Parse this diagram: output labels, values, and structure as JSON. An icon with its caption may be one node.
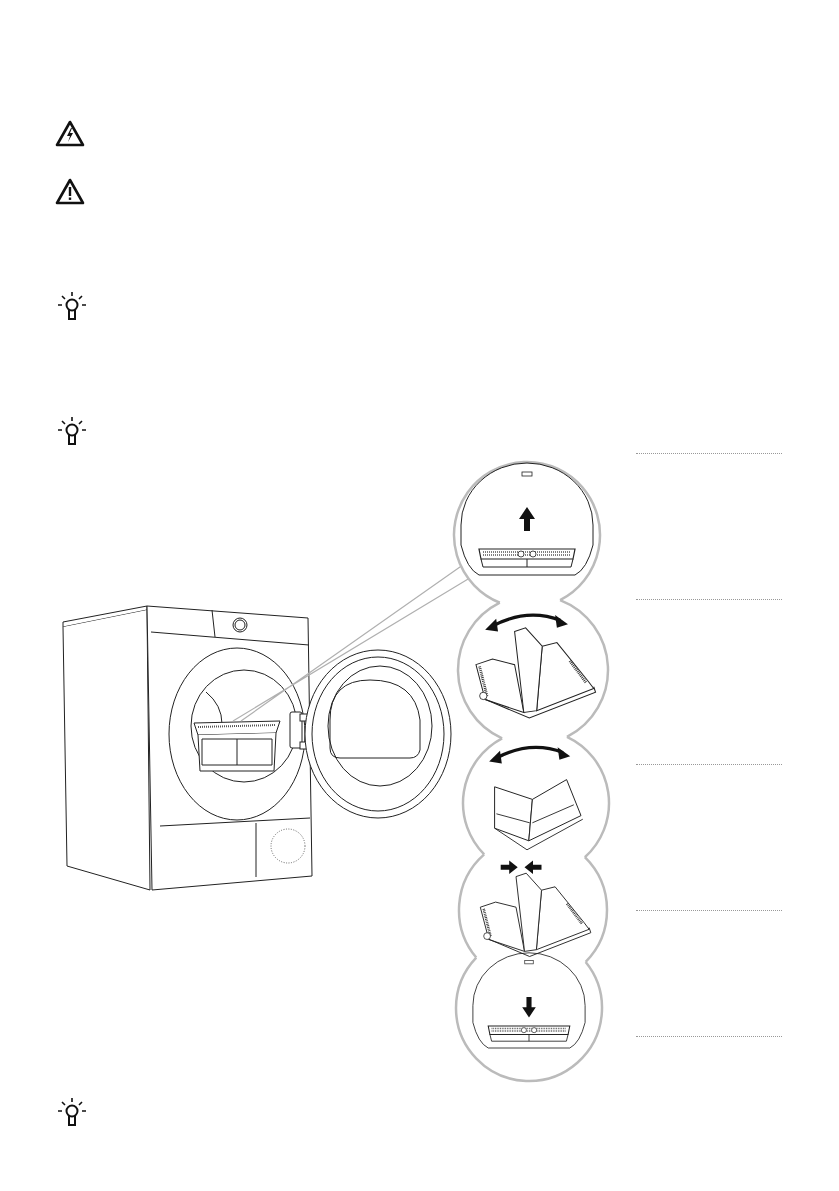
{
  "diagram": {
    "nodes": [
      {
        "text": [],
        "shape": "picture"
      },
      {
        "text": [],
        "shape": "box",
        "in": 0
      },
      {
        "text": [],
        "shape": "circle"
      },
      {
        "text": [],
        "shape": "circle"
      },
      {
        "text": [],
        "shape": "circle"
      },
      {
        "text": [],
        "shape": "circle"
      },
      {
        "text": [],
        "shape": "circle"
      }
    ],
    "edges": [
      {
        "from": 1,
        "to": 2,
        "arrow": "none",
        "color": "#b0b0b0"
      }
    ]
  }
}
